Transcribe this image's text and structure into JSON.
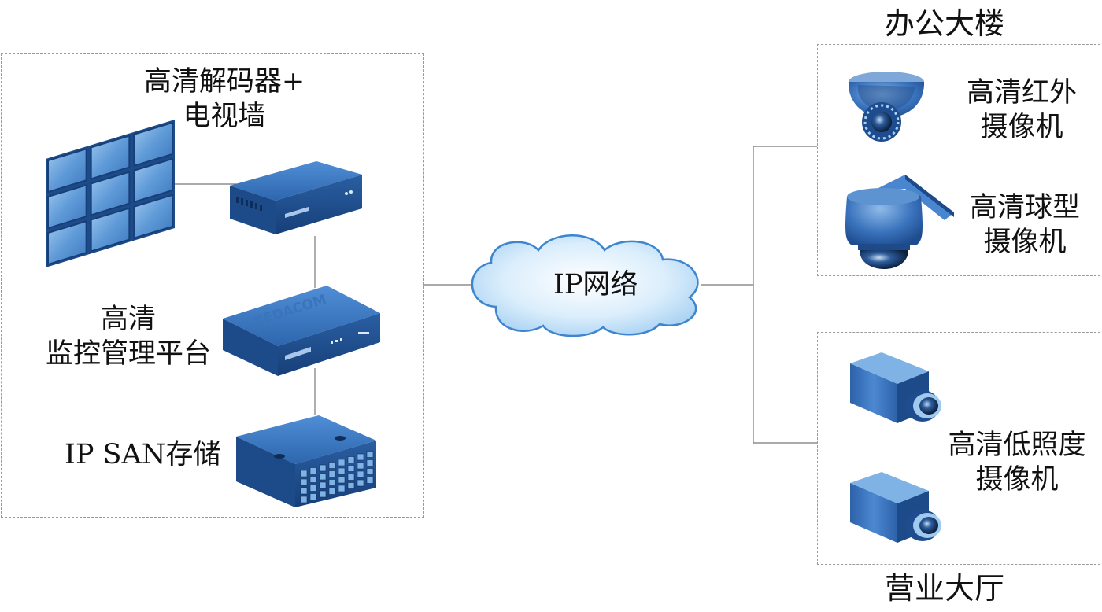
{
  "colors": {
    "device_blue": "#2a5fa3",
    "device_dark": "#163f78",
    "device_light": "#5d93d1",
    "cloud_fill": "#cfe6fa",
    "cloud_stroke": "#3d86cf",
    "panel_border": "#9a9a9a",
    "line": "#777777"
  },
  "left_panel": {
    "decoder_label_line1": "高清解码器+",
    "decoder_label_line2": "电视墙",
    "platform_label_line1": "高清",
    "platform_label_line2": "监控管理平台",
    "platform_brand": "KEDACOM",
    "storage_label": "IP SAN存储"
  },
  "network": {
    "label": "IP网络"
  },
  "office": {
    "title": "办公大楼",
    "ir_camera_line1": "高清红外",
    "ir_camera_line2": "摄像机",
    "dome_camera_line1": "高清球型",
    "dome_camera_line2": "摄像机"
  },
  "hall": {
    "title": "营业大厅",
    "lowlight_camera_line1": "高清低照度",
    "lowlight_camera_line2": "摄像机"
  },
  "icons": [
    "video-wall-icon",
    "decoder-icon",
    "platform-server-icon",
    "storage-icon",
    "cloud-icon",
    "ir-dome-camera-icon",
    "speed-dome-camera-icon",
    "box-camera-icon"
  ]
}
